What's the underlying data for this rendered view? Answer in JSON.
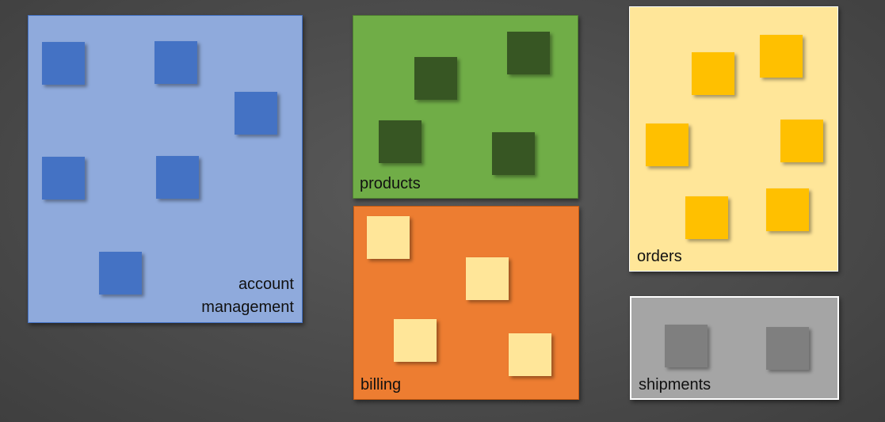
{
  "diagram": {
    "domains": [
      {
        "id": "account",
        "label_lines": [
          "account",
          "management"
        ],
        "fill": "#8faadc",
        "block_color": "#4472c4",
        "block_count": 6
      },
      {
        "id": "products",
        "label_lines": [
          "products"
        ],
        "fill": "#70ad47",
        "block_color": "#375623",
        "block_count": 4
      },
      {
        "id": "billing",
        "label_lines": [
          "billing"
        ],
        "fill": "#ed7d31",
        "block_color": "#ffe699",
        "block_count": 4
      },
      {
        "id": "orders",
        "label_lines": [
          "orders"
        ],
        "fill": "#ffe699",
        "block_color": "#ffc000",
        "block_count": 6
      },
      {
        "id": "shipments",
        "label_lines": [
          "shipments"
        ],
        "fill": "#a5a5a5",
        "block_color": "#7f7f7f",
        "block_count": 2
      }
    ]
  }
}
